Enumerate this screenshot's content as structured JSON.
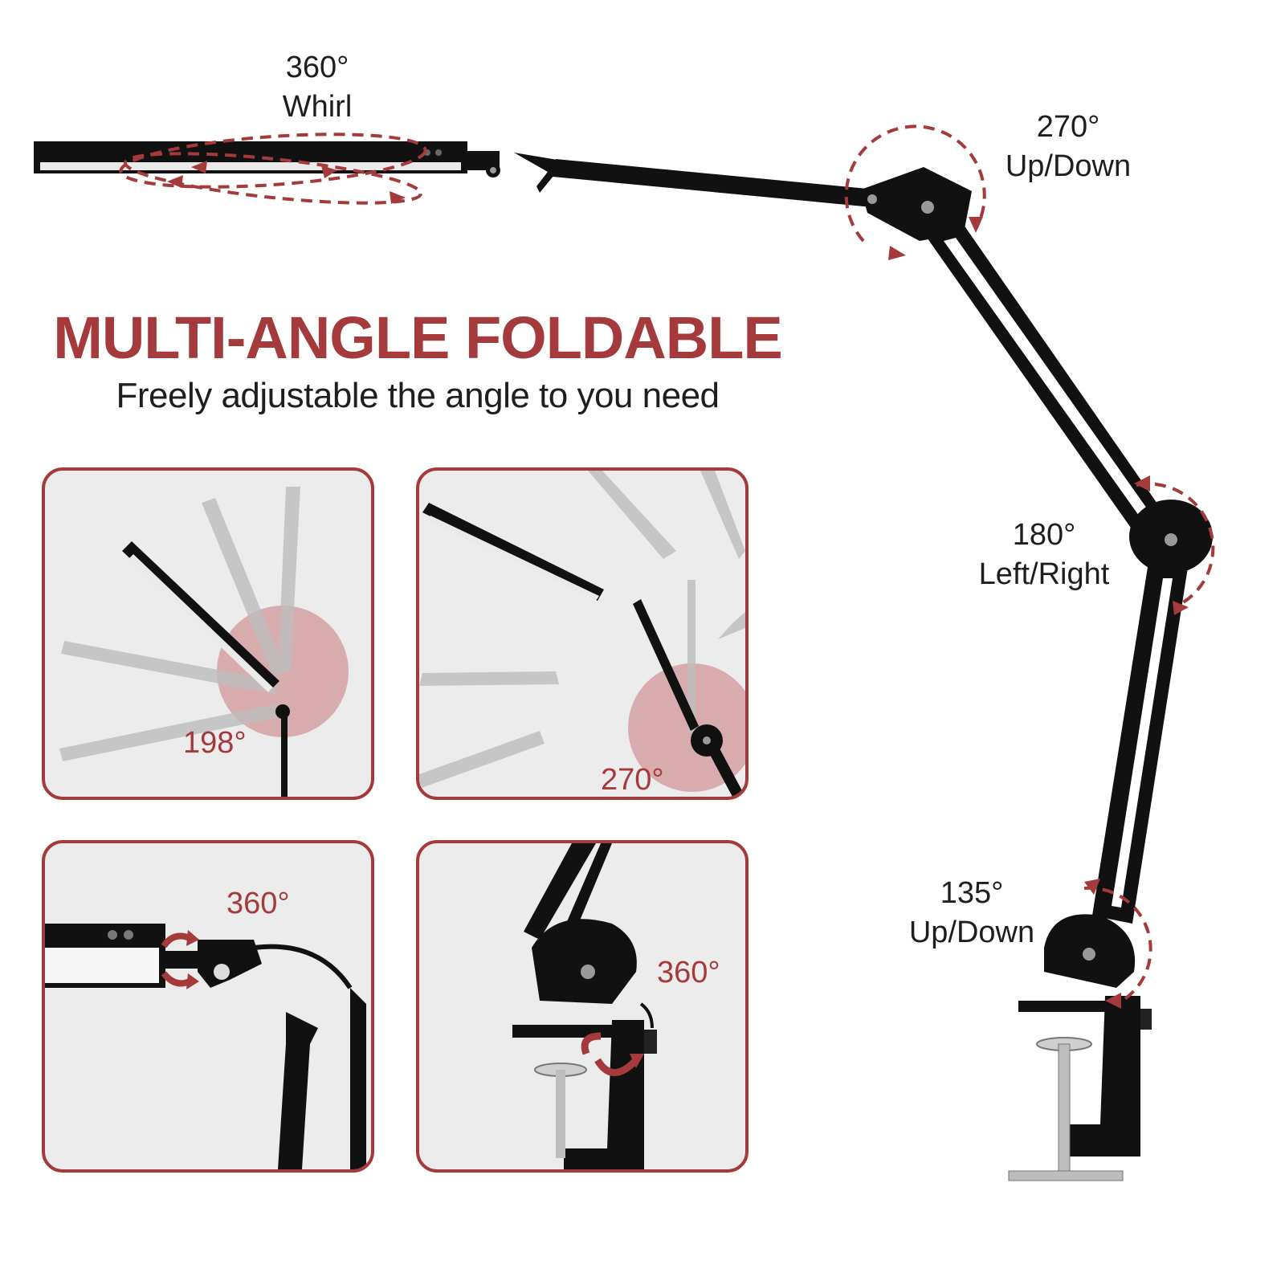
{
  "colors": {
    "accent": "#a43a3c",
    "text": "#1e1e1e",
    "panel_bg": "#ececec",
    "lamp": "#111111"
  },
  "headline": "MULTI-ANGLE FOLDABLE",
  "subline": "Freely adjustable the angle to you need",
  "callouts": {
    "whirl": {
      "degree": "360°",
      "text": "Whirl"
    },
    "top_joint": {
      "degree": "270°",
      "text": "Up/Down"
    },
    "middle_joint": {
      "degree": "180°",
      "text": "Left/Right"
    },
    "bottom_joint": {
      "degree": "135°",
      "text": "Up/Down"
    }
  },
  "panels": [
    {
      "degree": "198°"
    },
    {
      "degree": "270°"
    },
    {
      "degree": "360°"
    },
    {
      "degree": "360°"
    }
  ]
}
